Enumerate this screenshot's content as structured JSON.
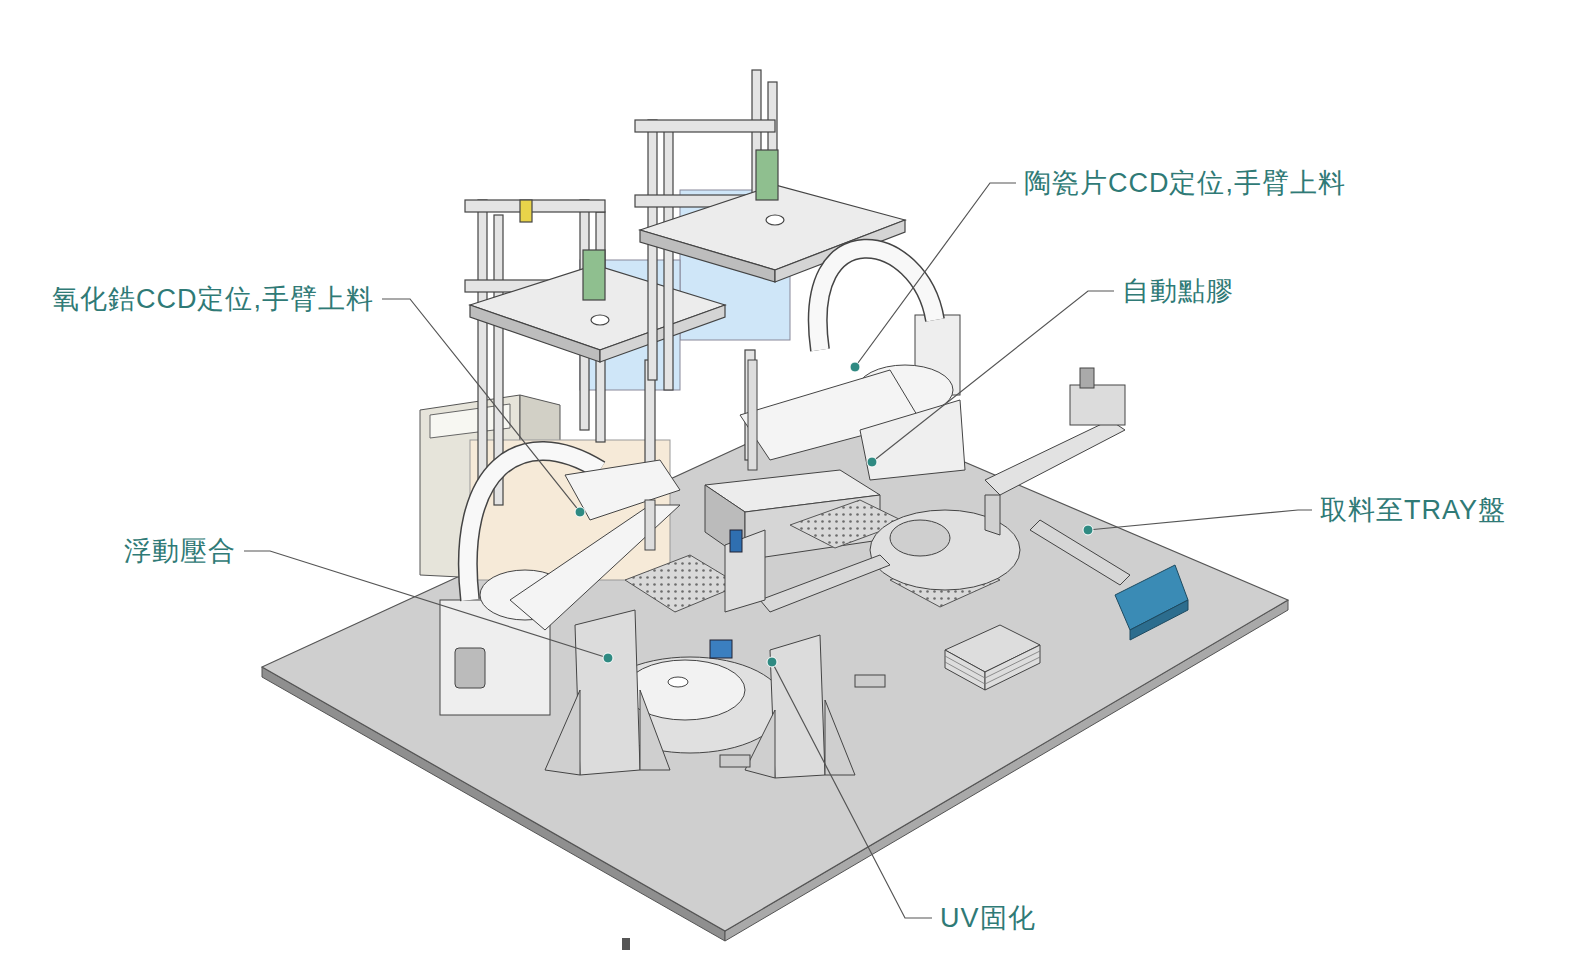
{
  "diagram": {
    "labels": [
      "陶瓷片CCD定位,手臂上料",
      "自動點膠",
      "氧化鋯CCD定位,手臂上料",
      "取料至TRAY盤",
      "浮動壓合",
      "UV固化"
    ]
  }
}
